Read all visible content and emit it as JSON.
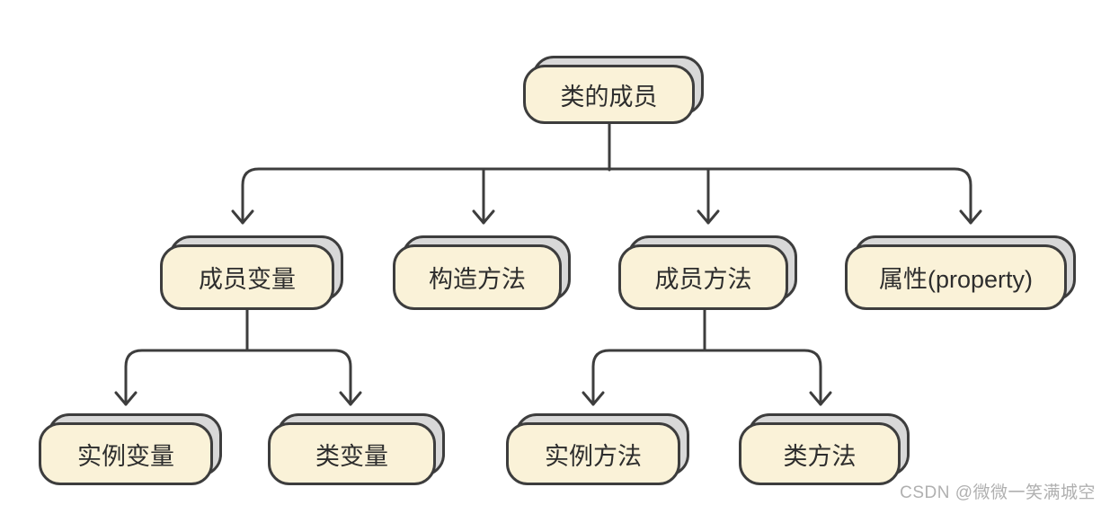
{
  "tree": {
    "label": "类的成员",
    "children": [
      {
        "label": "成员变量",
        "children": [
          {
            "label": "实例变量"
          },
          {
            "label": "类变量"
          }
        ]
      },
      {
        "label": "构造方法"
      },
      {
        "label": "成员方法",
        "children": [
          {
            "label": "实例方法"
          },
          {
            "label": "类方法"
          }
        ]
      },
      {
        "label": "属性(property)"
      }
    ]
  },
  "watermark": {
    "text": "CSDN @微微一笑满城空"
  },
  "colors": {
    "background": "#ffffff",
    "node_fill": "#faf2d8",
    "node_border": "#3d3d3d",
    "node_shadow_fill": "#d8d8d8",
    "connector": "#3d3d3d",
    "watermark": "#b0b0b0"
  }
}
